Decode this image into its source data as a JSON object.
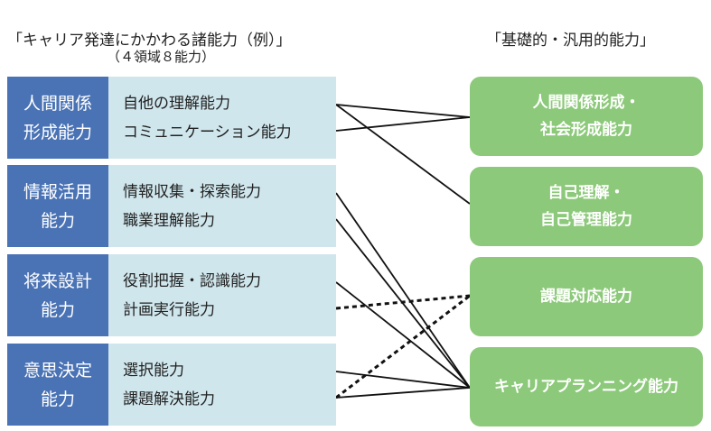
{
  "left_title": "「キャリア発達にかかわる諸能力（例）」",
  "left_subtitle": "（４領域８能力）",
  "right_title": "「基礎的・汎用的能力」",
  "groups": [
    {
      "head": [
        "人間関係",
        "形成能力"
      ],
      "items": [
        "自他の理解能力",
        "コミュニケーション能力"
      ]
    },
    {
      "head": [
        "情報活用",
        "能力"
      ],
      "items": [
        "情報収集・探索能力",
        "職業理解能力"
      ]
    },
    {
      "head": [
        "将来設計",
        "能力"
      ],
      "items": [
        "役割把握・認識能力",
        "計画実行能力"
      ]
    },
    {
      "head": [
        "意思決定",
        "能力"
      ],
      "items": [
        "選択能力",
        "課題解決能力"
      ]
    }
  ],
  "capabilities": [
    {
      "lines": [
        "人間関係形成・",
        "社会形成能力"
      ]
    },
    {
      "lines": [
        "自己理解・",
        "自己管理能力"
      ]
    },
    {
      "lines": [
        "課題対応能力"
      ]
    },
    {
      "lines": [
        "キャリアプランニング能力"
      ]
    }
  ],
  "links": [
    {
      "from": [
        0,
        0
      ],
      "to": 0,
      "style": "solid"
    },
    {
      "from": [
        0,
        0
      ],
      "to": 1,
      "style": "solid"
    },
    {
      "from": [
        0,
        1
      ],
      "to": 0,
      "style": "solid"
    },
    {
      "from": [
        1,
        0
      ],
      "to": 3,
      "style": "solid"
    },
    {
      "from": [
        1,
        1
      ],
      "to": 3,
      "style": "solid"
    },
    {
      "from": [
        2,
        0
      ],
      "to": 3,
      "style": "solid"
    },
    {
      "from": [
        2,
        1
      ],
      "to": 2,
      "style": "dashed"
    },
    {
      "from": [
        3,
        0
      ],
      "to": 3,
      "style": "solid"
    },
    {
      "from": [
        3,
        1
      ],
      "to": 3,
      "style": "solid"
    },
    {
      "from": [
        3,
        1
      ],
      "to": 2,
      "style": "dashed"
    }
  ]
}
